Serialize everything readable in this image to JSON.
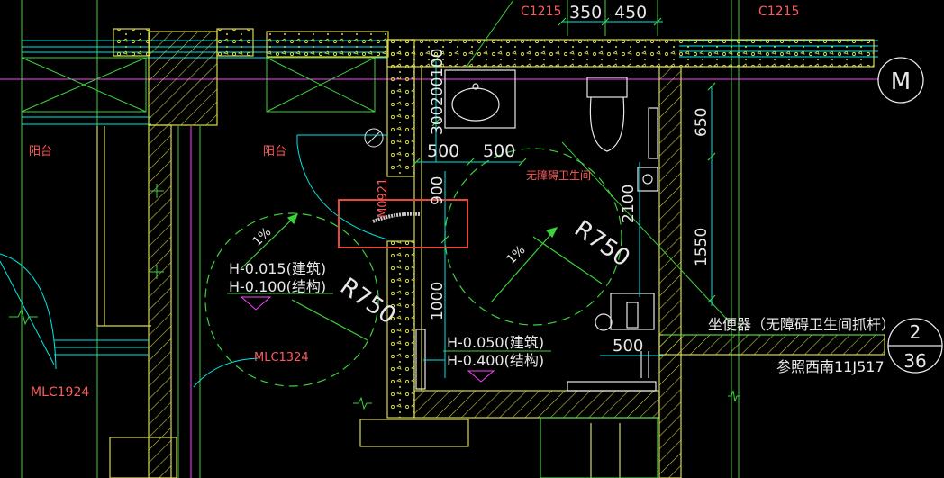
{
  "colors": {
    "background": "#000000",
    "wall": "#d8d84a",
    "hatch": "#c8c840",
    "cyan": "#00e8e8",
    "green": "#3cd23c",
    "magenta": "#ff40ff",
    "red_text": "#ff5a5a",
    "white": "#e8e8e8",
    "highlight": "#e8483c"
  },
  "labels": {
    "window_top_left": "C1215",
    "window_top_right": "C1215",
    "balcony_left": "阳台",
    "balcony_right": "阳台",
    "door": "M0921",
    "room": "无障碍卫生间",
    "window_bottom_mid": "MLC1324",
    "window_bottom_left": "MLC1924",
    "axis_label": "M",
    "fixture_note": "坐便器（无障碍卫生间抓杆）",
    "detail_ref": "参照西南11J517",
    "detail_num_top": "2",
    "detail_num_bottom": "36"
  },
  "dimensions": {
    "top_350": "350",
    "top_450": "450",
    "v_100": "100",
    "v_200": "200",
    "v_300": "300",
    "h_500_a": "500",
    "h_500_b": "500",
    "v_900": "900",
    "v_1000": "1000",
    "v_2100": "2100",
    "v_650": "650",
    "v_1550": "1550",
    "h_500_c": "500"
  },
  "radius": {
    "left": "R750",
    "right": "R750"
  },
  "slope": {
    "left": "1%",
    "right": "1%"
  },
  "elevations": {
    "left_arch": "H-0.015(建筑)",
    "left_struct": "H-0.100(结构)",
    "right_arch": "H-0.050(建筑)",
    "right_struct": "H-0.400(结构)"
  }
}
